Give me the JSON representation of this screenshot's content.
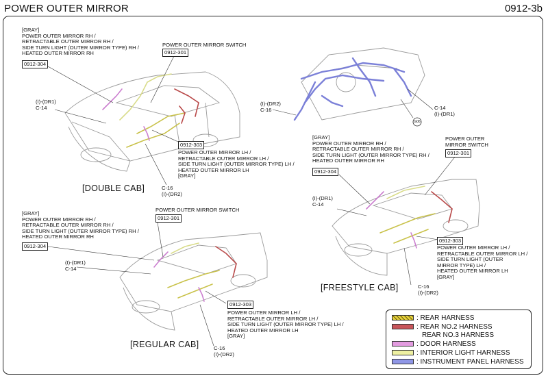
{
  "page": {
    "title": "POWER OUTER MIRROR",
    "code": "0912-3b"
  },
  "views": {
    "double_cab": {
      "name": "[DOUBLE CAB]",
      "rh_caption": "[GRAY]\nPOWER OUTER MIRROR RH /\nRETRACTABLE OUTER MIRROR RH /\nSIDE TURN LIGHT (OUTER MIRROR TYPE) RH /\nHEATED OUTER MIRROR RH",
      "rh_ref": "0912-304",
      "switch_caption": "POWER OUTER MIRROR SWITCH",
      "switch_ref": "0912-301",
      "c14": "(I)-(DR1)\nC-14",
      "lh_ref": "0912-303",
      "lh_caption": "POWER OUTER MIRROR LH /\nRETRACTABLE OUTER MIRROR LH /\nSIDE TURN LIGHT (OUTER MIRROR TYPE) LH /\nHEATED OUTER MIRROR LH\n[GRAY]",
      "c16": "C-16\n(I)-(DR2)"
    },
    "instrument_panel": {
      "c16": "(I)-(DR2)\nC-16",
      "c14": "C-14\n(I)-(DR1)",
      "ground": "G06"
    },
    "regular_cab": {
      "name": "[REGULAR CAB]",
      "rh_caption": "[GRAY]\nPOWER OUTER MIRROR RH /\nRETRACTABLE OUTER MIRROR RH /\nSIDE TURN LIGHT (OUTER MIRROR TYPE) RH /\nHEATED OUTER MIRROR RH",
      "rh_ref": "0912-304",
      "switch_caption": "POWER OUTER MIRROR SWITCH",
      "switch_ref": "0912-301",
      "c14": "(I)-(DR1)\nC-14",
      "lh_ref": "0912-303",
      "lh_caption": "POWER OUTER MIRROR LH /\nRETRACTABLE OUTER MIRROR LH /\nSIDE TURN LIGHT (OUTER MIRROR TYPE) LH /\nHEATED OUTER MIRROR LH\n[GRAY]",
      "c16": "C-16\n(I)-(DR2)"
    },
    "freestyle_cab": {
      "name": "[FREESTYLE CAB]",
      "rh_caption": "[GRAY]\nPOWER OUTER MIRROR RH /\nRETRACTABLE OUTER MIRROR RH /\nSIDE TURN LIGHT (OUTER MIRROR TYPE) RH /\nHEATED OUTER MIRROR RH",
      "rh_ref": "0912-304",
      "switch_caption": "POWER OUTER\nMIRROR SWITCH",
      "switch_ref": "0912-301",
      "c14": "(I)-(DR1)\nC-14",
      "lh_ref": "0912-303",
      "lh_caption": "POWER OUTER MIRROR LH /\nRETRACTABLE OUTER MIRROR LH /\nSIDE TURN LIGHT (OUTER\nMIRROR TYPE) LH /\nHEATED OUTER MIRROR LH\n[GRAY]",
      "c16": "C-16\n(I)-(DR2)"
    }
  },
  "legend": {
    "items": [
      {
        "label": ": REAR HARNESS",
        "color": "#e6d23a",
        "hatched": true
      },
      {
        "label": ": REAR NO.2 HARNESS",
        "color": "#c8555a"
      },
      {
        "label": "REAR NO.3 HARNESS",
        "color": ""
      },
      {
        "label": ": DOOR HARNESS",
        "color": "#e39be0"
      },
      {
        "label": ": INTERIOR LIGHT HARNESS",
        "color": "#eef0a2"
      },
      {
        "label": ": INSTRUMENT PANEL HARNESS",
        "color": "#8f96e6"
      }
    ]
  },
  "colors": {
    "rear": "#c9c24a",
    "rear_no2": "#b94a4a",
    "door": "#cc7fd0",
    "interior": "#d9dc8a",
    "instrument": "#7b80d8",
    "vehicle": "#9a9a9a"
  }
}
